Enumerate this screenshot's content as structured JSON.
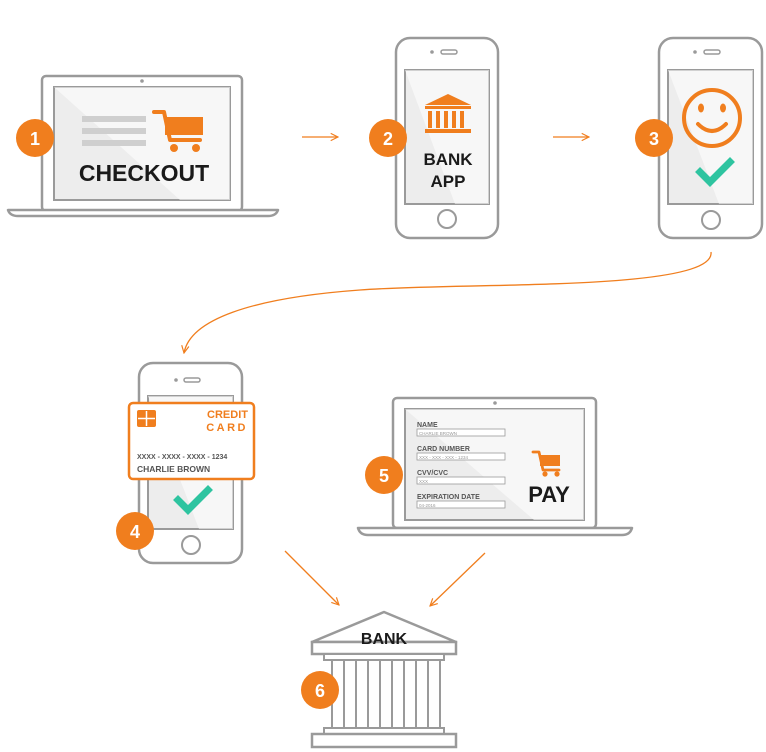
{
  "colors": {
    "accent": "#F07E1E",
    "green": "#2EC4A0",
    "outline": "#9A9A9A",
    "screen": "#EDEDED",
    "text": "#1A1A1A",
    "field_label": "#555555"
  },
  "steps": [
    {
      "number": "1"
    },
    {
      "number": "2"
    },
    {
      "number": "3"
    },
    {
      "number": "4"
    },
    {
      "number": "5"
    },
    {
      "number": "6"
    }
  ],
  "checkout": {
    "label": "CHECKOUT",
    "icon": "shopping-cart-icon"
  },
  "bank_app": {
    "line1": "BANK",
    "line2": "APP",
    "icon": "bank-icon"
  },
  "confirm": {
    "icon": "smiley-icon",
    "check_icon": "check-icon"
  },
  "credit_card": {
    "title_line1": "CREDIT",
    "title_line2": "CARD",
    "number": "XXXX - XXXX - XXXX - 1234",
    "holder": "CHARLIE BROWN",
    "icon": "card-chip-icon"
  },
  "pay_form": {
    "fields": [
      {
        "label": "NAME",
        "value": "CHARLIE BROWN"
      },
      {
        "label": "CARD NUMBER",
        "value": "XXX - XXX - XXX - 1234"
      },
      {
        "label": "CVV/CVC",
        "value": "XXX"
      },
      {
        "label": "EXPIRATION DATE",
        "value": "04-2016"
      }
    ],
    "pay_label": "PAY",
    "icon": "shopping-cart-icon"
  },
  "bank": {
    "label": "BANK",
    "icon": "bank-building-icon"
  }
}
